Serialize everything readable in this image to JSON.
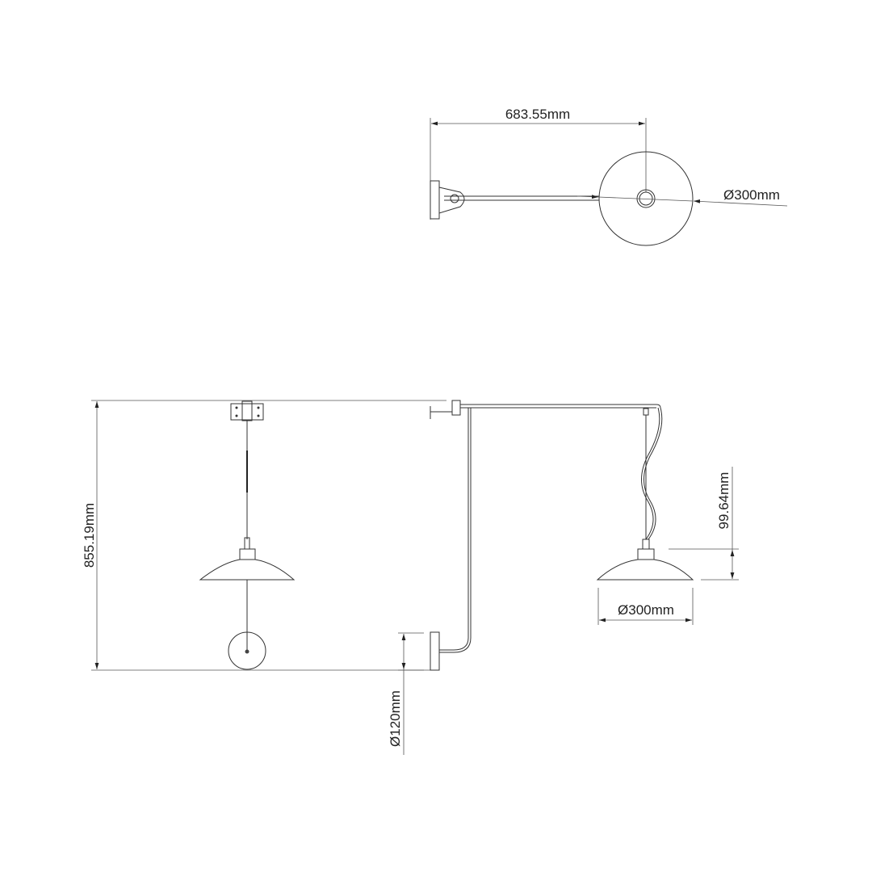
{
  "drawing": {
    "top_view": {
      "arm_length_label": "683.55mm",
      "shade_diameter_label": "Ø300mm"
    },
    "front_view": {
      "total_height_label": "855.19mm",
      "shade_height_label": "99.64mm",
      "shade_diameter_label": "Ø300mm",
      "wall_plate_diameter_label": "Ø120mm"
    },
    "line_color": "#333333"
  }
}
